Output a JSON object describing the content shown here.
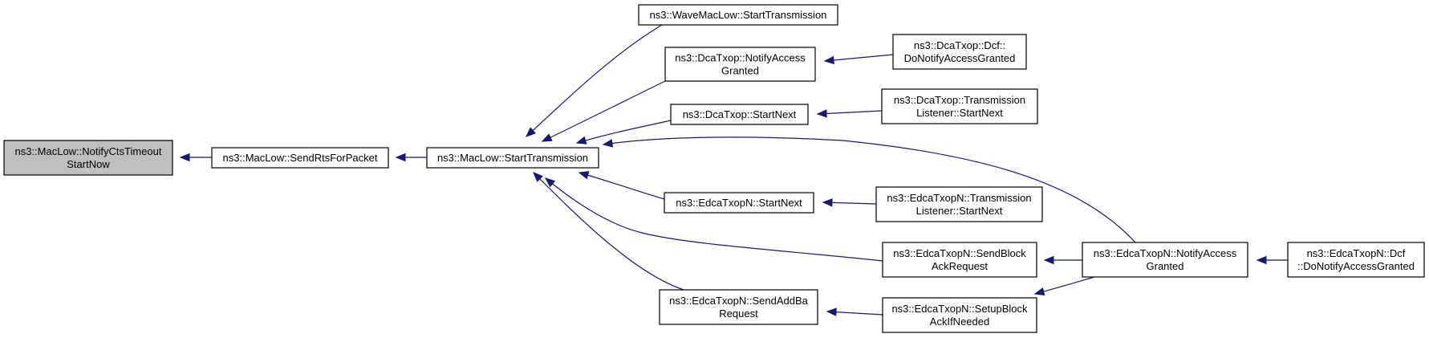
{
  "diagram": {
    "type": "call-graph",
    "colors": {
      "focus_fill": "#bfbfbf",
      "node_fill": "#ffffff",
      "edge": "#191970",
      "border": "#000000"
    },
    "nodes": [
      {
        "id": "notify_cts",
        "lines": [
          "ns3::MacLow::NotifyCtsTimeout",
          "StartNow"
        ],
        "focus": true
      },
      {
        "id": "send_rts",
        "lines": [
          "ns3::MacLow::SendRtsForPacket"
        ]
      },
      {
        "id": "start_tx",
        "lines": [
          "ns3::MacLow::StartTransmission"
        ]
      },
      {
        "id": "wave_start",
        "lines": [
          "ns3::WaveMacLow::StartTransmission"
        ]
      },
      {
        "id": "dca_notify",
        "lines": [
          "ns3::DcaTxop::NotifyAccess",
          "Granted"
        ]
      },
      {
        "id": "dca_start_next",
        "lines": [
          "ns3::DcaTxop::StartNext"
        ]
      },
      {
        "id": "edca_start_next",
        "lines": [
          "ns3::EdcaTxopN::StartNext"
        ]
      },
      {
        "id": "edca_addba",
        "lines": [
          "ns3::EdcaTxopN::SendAddBa",
          "Request"
        ]
      },
      {
        "id": "dca_dcf_notify",
        "lines": [
          "ns3::DcaTxop::Dcf::",
          "DoNotifyAccessGranted"
        ]
      },
      {
        "id": "dca_tl_start",
        "lines": [
          "ns3::DcaTxop::Transmission",
          "Listener::StartNext"
        ]
      },
      {
        "id": "edca_tl_start",
        "lines": [
          "ns3::EdcaTxopN::Transmission",
          "Listener::StartNext"
        ]
      },
      {
        "id": "edca_send_block",
        "lines": [
          "ns3::EdcaTxopN::SendBlock",
          "AckRequest"
        ]
      },
      {
        "id": "edca_setup_block",
        "lines": [
          "ns3::EdcaTxopN::SetupBlock",
          "AckIfNeeded"
        ]
      },
      {
        "id": "edca_notify",
        "lines": [
          "ns3::EdcaTxopN::NotifyAccess",
          "Granted"
        ]
      },
      {
        "id": "edca_dcf_notify",
        "lines": [
          "ns3::EdcaTxopN::Dcf",
          "::DoNotifyAccessGranted"
        ]
      }
    ],
    "edges": [
      {
        "from": "send_rts",
        "to": "notify_cts"
      },
      {
        "from": "start_tx",
        "to": "send_rts"
      },
      {
        "from": "wave_start",
        "to": "start_tx"
      },
      {
        "from": "dca_notify",
        "to": "start_tx"
      },
      {
        "from": "dca_start_next",
        "to": "start_tx"
      },
      {
        "from": "edca_notify",
        "to": "start_tx"
      },
      {
        "from": "edca_start_next",
        "to": "start_tx"
      },
      {
        "from": "edca_send_block",
        "to": "start_tx"
      },
      {
        "from": "edca_addba",
        "to": "start_tx"
      },
      {
        "from": "dca_dcf_notify",
        "to": "dca_notify"
      },
      {
        "from": "dca_tl_start",
        "to": "dca_start_next"
      },
      {
        "from": "edca_tl_start",
        "to": "edca_start_next"
      },
      {
        "from": "edca_notify",
        "to": "edca_send_block"
      },
      {
        "from": "edca_setup_block",
        "to": "edca_addba"
      },
      {
        "from": "edca_notify",
        "to": "edca_setup_block"
      },
      {
        "from": "edca_dcf_notify",
        "to": "edca_notify"
      }
    ]
  }
}
